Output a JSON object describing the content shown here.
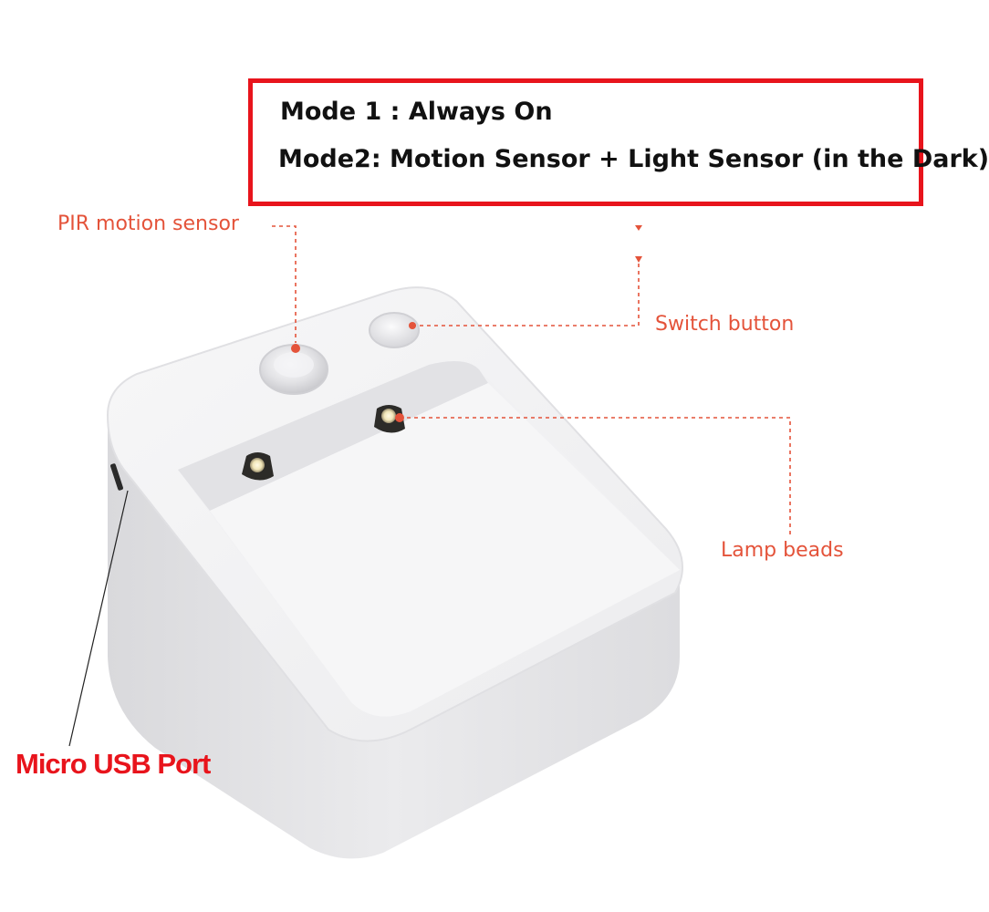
{
  "modes": {
    "mode1": "Mode 1 : Always On",
    "mode2": "Mode2: Motion Sensor + Light Sensor (in the Dark)"
  },
  "callouts": {
    "pir": "PIR motion sensor",
    "switch": "Switch button",
    "lamp": "Lamp beads",
    "usb": "Micro USB Port"
  },
  "colors": {
    "frame": "#e8141c",
    "callout": "#e4533a",
    "usb_label": "#e8141c"
  }
}
